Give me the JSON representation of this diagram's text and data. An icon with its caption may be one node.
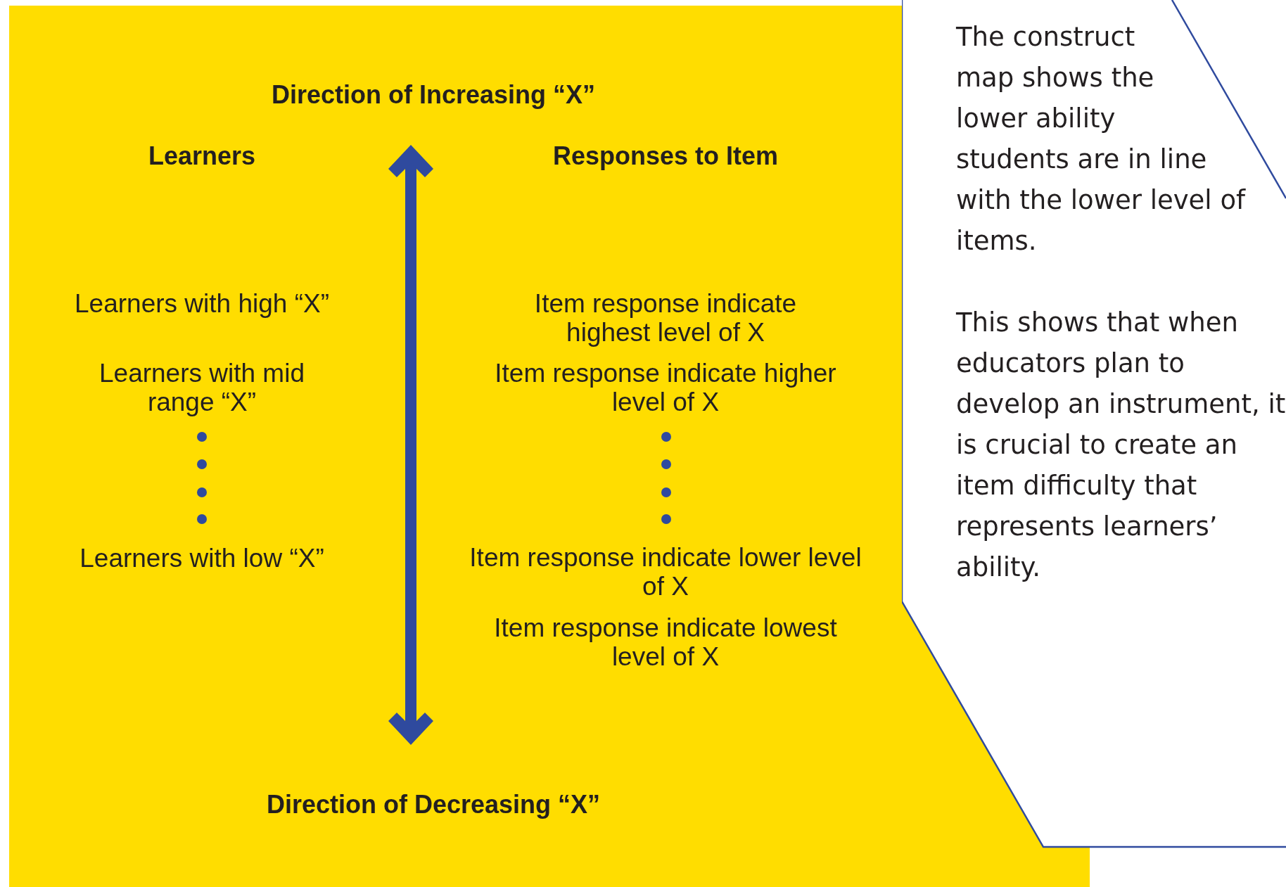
{
  "diagram": {
    "nodes": [
      {
        "text": [
          "The construct map shows the lower ability students are in line with the lower level of items.",
          "This shows that when educators plan to develop an instrument, it is crucial to create an item difficulty that represents learners’ ability."
        ]
      }
    ],
    "labels": [
      "Direction of Increasing “X”",
      "Learners",
      "Responses to Item",
      "Learners with high “X”",
      "Item response indicate highest level of X",
      "Learners with mid range “X”",
      "Item response indicate higher level of X",
      "Learners with low “X”",
      "Item response indicate lower level of X",
      "Item response indicate lowest level of X",
      "Direction of Decreasing “X”"
    ]
  }
}
